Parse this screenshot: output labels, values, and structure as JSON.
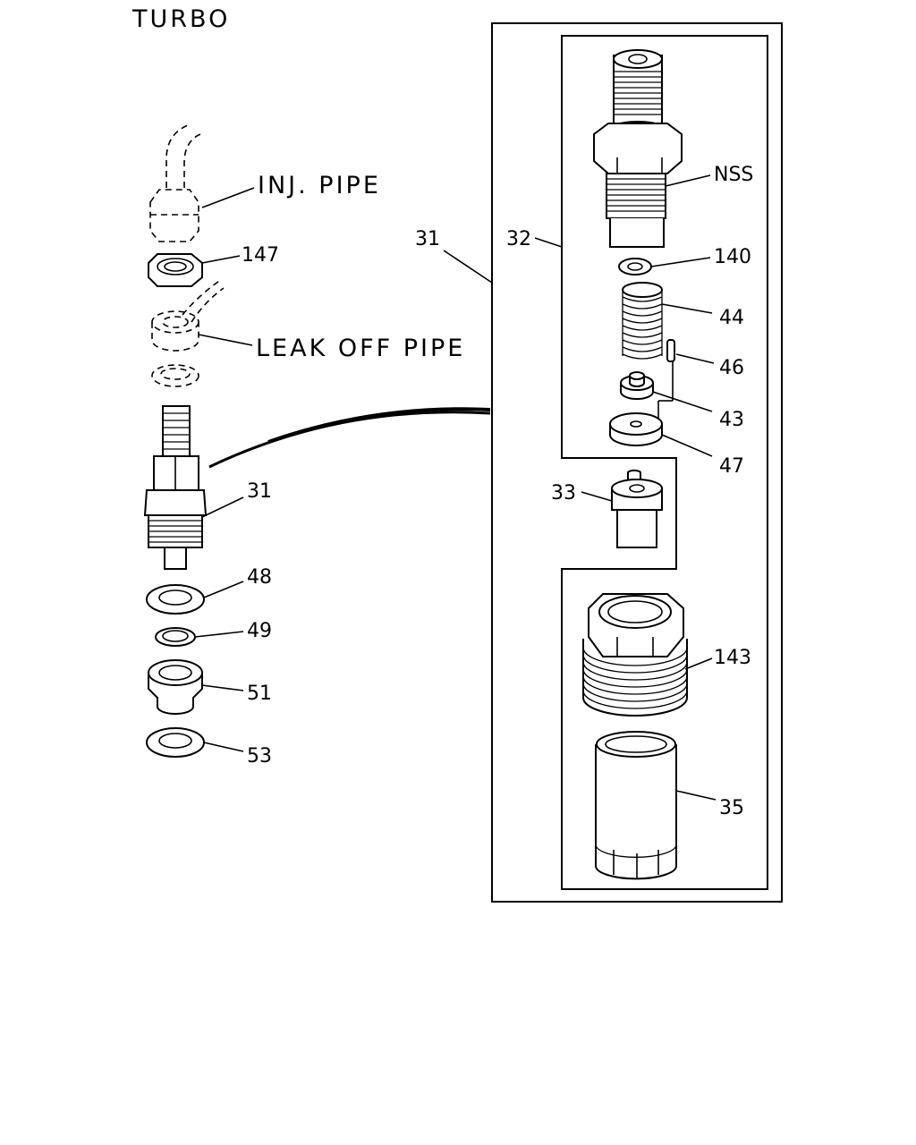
{
  "title": "TURBO",
  "labels": {
    "inj_pipe": "INJ. PIPE",
    "leak_off_pipe": "LEAK OFF PIPE",
    "nss": "NSS",
    "p147": "147",
    "p31_left": "31",
    "p48": "48",
    "p49": "49",
    "p51": "51",
    "p53": "53",
    "p31_box": "31",
    "p32": "32",
    "p140": "140",
    "p44": "44",
    "p46": "46",
    "p43": "43",
    "p47": "47",
    "p33": "33",
    "p143": "143",
    "p35": "35"
  }
}
